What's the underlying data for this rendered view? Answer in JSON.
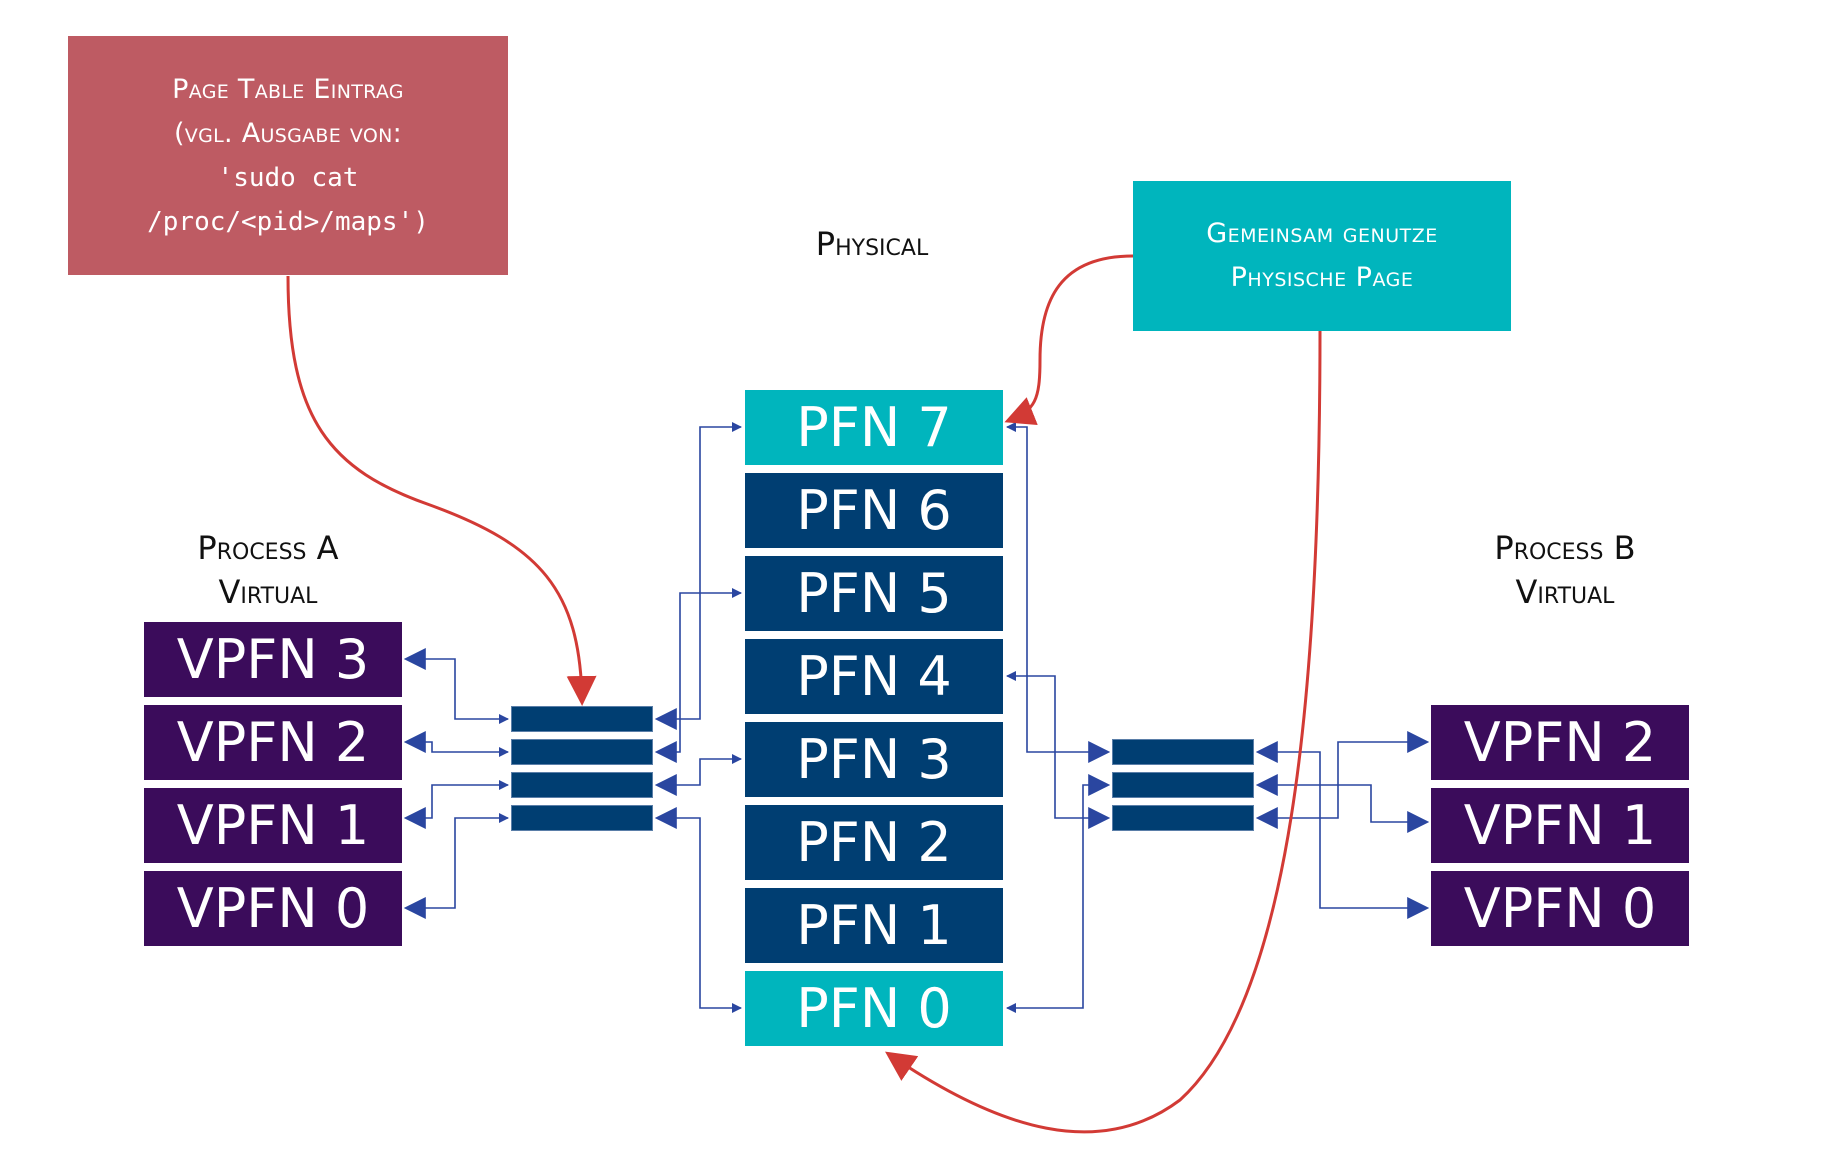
{
  "callouts": {
    "page_table": {
      "line1": "Page Table Eintrag",
      "line2": "(vgl. Ausgabe von:",
      "line3": "'sudo cat",
      "line4": "/proc/<pid>/maps')",
      "color": "#be5b63"
    },
    "shared": {
      "line1": "Gemeinsam genutze",
      "line2": "Physische Page",
      "color": "#00b5bd"
    }
  },
  "physical": {
    "title": "Physical",
    "frames": [
      {
        "label": "PFN 7",
        "shared": true
      },
      {
        "label": "PFN 6",
        "shared": false
      },
      {
        "label": "PFN 5",
        "shared": false
      },
      {
        "label": "PFN 4",
        "shared": false
      },
      {
        "label": "PFN 3",
        "shared": false
      },
      {
        "label": "PFN 2",
        "shared": false
      },
      {
        "label": "PFN 1",
        "shared": false
      },
      {
        "label": "PFN 0",
        "shared": true
      }
    ]
  },
  "process_a": {
    "title_line1": "Process A",
    "title_line2": "Virtual",
    "pages": [
      "VPFN 3",
      "VPFN 2",
      "VPFN 1",
      "VPFN 0"
    ],
    "page_table_entries": 4,
    "mappings": [
      {
        "vpfn": 3,
        "pte": 0,
        "pfn": 7
      },
      {
        "vpfn": 2,
        "pte": 1,
        "pfn": 5
      },
      {
        "vpfn": 1,
        "pte": 2,
        "pfn": 3
      },
      {
        "vpfn": 0,
        "pte": 3,
        "pfn": 0
      }
    ]
  },
  "process_b": {
    "title_line1": "Process B",
    "title_line2": "Virtual",
    "pages": [
      "VPFN 2",
      "VPFN 1",
      "VPFN 0"
    ],
    "page_table_entries": 3,
    "mappings": [
      {
        "vpfn": 0,
        "pte": 0,
        "pfn": 7
      },
      {
        "vpfn": 1,
        "pte": 1,
        "pfn": 0
      },
      {
        "vpfn": 2,
        "pte": 2,
        "pfn": 4
      }
    ]
  },
  "colors": {
    "physical_frame": "#003e72",
    "shared_frame": "#00b5bd",
    "virtual_page": "#3b0c5b",
    "mapping_line": "#2a46a0",
    "annotation_arrow": "#d23a35"
  }
}
